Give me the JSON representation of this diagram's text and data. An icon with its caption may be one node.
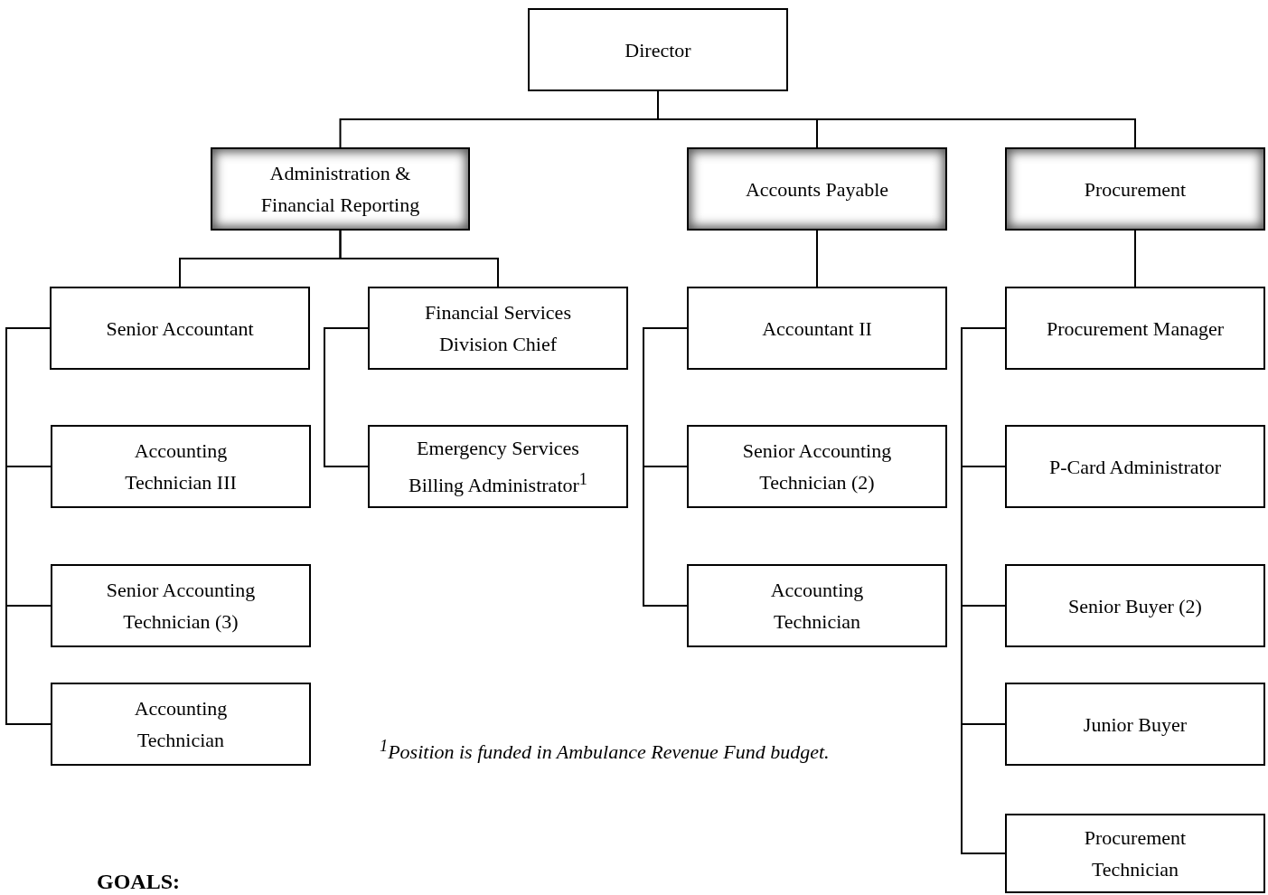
{
  "diagram": {
    "nodes": [
      {
        "text": [
          "Director"
        ]
      },
      {
        "text": [
          "Administration & Financial Reporting"
        ]
      },
      {
        "text": [
          "Accounts Payable"
        ]
      },
      {
        "text": [
          "Procurement"
        ]
      },
      {
        "text": [
          "Senior Accountant"
        ]
      },
      {
        "text": [
          "Financial Services Division Chief"
        ]
      },
      {
        "text": [
          "Accountant II"
        ]
      },
      {
        "text": [
          "Procurement Manager"
        ]
      },
      {
        "text": [
          "Accounting Technician III"
        ]
      },
      {
        "text": [
          "Emergency Services Billing Administrator$^{1}$"
        ]
      },
      {
        "text": [
          "Senior Accounting Technician (2)"
        ]
      },
      {
        "text": [
          "P-Card Administrator"
        ]
      },
      {
        "text": [
          "Senior Accounting Technician (3)"
        ]
      },
      {
        "text": [
          "Accounting Technician"
        ]
      },
      {
        "text": [
          "Senior Buyer (2)"
        ]
      },
      {
        "text": [
          "Accounting Technician"
        ]
      },
      {
        "text": [
          "Junior Buyer"
        ]
      },
      {
        "text": [
          "Procurement Technician"
        ]
      }
    ],
    "edges": [
      {
        "from": 0,
        "to": 1,
        "arrow": "none"
      },
      {
        "from": 0,
        "to": 2,
        "arrow": "none"
      },
      {
        "from": 0,
        "to": 3,
        "arrow": "none"
      },
      {
        "from": 1,
        "to": 4,
        "arrow": "none"
      },
      {
        "from": 1,
        "to": 5,
        "arrow": "none"
      },
      {
        "from": 2,
        "to": 6,
        "arrow": "none"
      },
      {
        "from": 3,
        "to": 7,
        "arrow": "none"
      },
      {
        "from": 4,
        "to": 8,
        "arrow": "none"
      },
      {
        "from": 4,
        "to": 12,
        "arrow": "none"
      },
      {
        "from": 4,
        "to": 15,
        "arrow": "none"
      },
      {
        "from": 5,
        "to": 9,
        "arrow": "none"
      },
      {
        "from": 6,
        "to": 10,
        "arrow": "none"
      },
      {
        "from": 6,
        "to": 13,
        "arrow": "none"
      },
      {
        "from": 7,
        "to": 11,
        "arrow": "none"
      },
      {
        "from": 7,
        "to": 14,
        "arrow": "none"
      },
      {
        "from": 7,
        "to": 16,
        "arrow": "none"
      },
      {
        "from": 7,
        "to": 17,
        "arrow": "none"
      }
    ],
    "labels": [
      "$^{1}$Position is funded in Ambulance Revenue Fund budget.",
      "GOALS:"
    ]
  }
}
